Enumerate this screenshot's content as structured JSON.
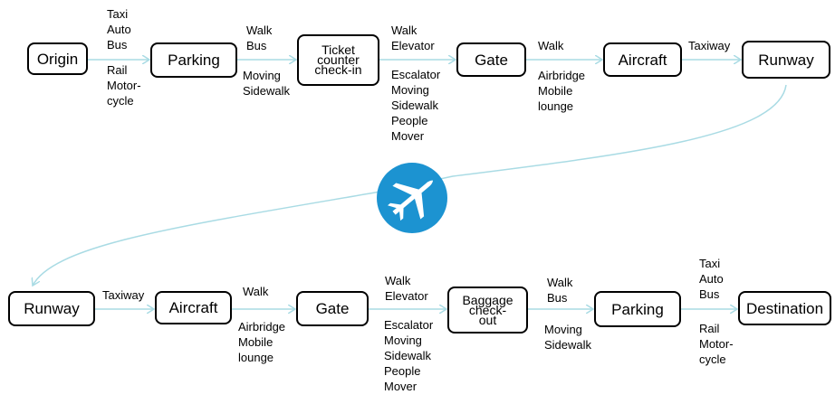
{
  "colors": {
    "arrow": "#a9dbe4",
    "node_border": "#000000",
    "plane_circle": "#1c93d1",
    "plane_glyph": "#ffffff"
  },
  "icon": "airplane-icon",
  "departure": {
    "nodes": [
      "Origin",
      "Parking",
      "Ticket counter check-in",
      "Gate",
      "Aircraft",
      "Runway"
    ],
    "ticket_lines": [
      "Ticket",
      "counter",
      "check-in"
    ],
    "modes": {
      "origin_parking_above": [
        "Taxi",
        "Auto",
        "Bus"
      ],
      "origin_parking_below": [
        "Rail",
        "Motor-",
        "cycle"
      ],
      "parking_ticket_above": [
        "Walk",
        "Bus"
      ],
      "parking_ticket_below": [
        "Moving",
        "Sidewalk"
      ],
      "ticket_gate_above": [
        "Walk",
        "Elevator"
      ],
      "ticket_gate_below": [
        "Escalator",
        "Moving",
        "Sidewalk",
        "People",
        "Mover"
      ],
      "gate_aircraft_above": [
        "Walk"
      ],
      "gate_aircraft_below": [
        "Airbridge",
        "Mobile",
        "lounge"
      ],
      "aircraft_runway": [
        "Taxiway"
      ]
    }
  },
  "arrival": {
    "nodes": [
      "Runway",
      "Aircraft",
      "Gate",
      "Baggage check-out",
      "Parking",
      "Destination"
    ],
    "baggage_lines": [
      "Baggage",
      "check-",
      "out"
    ],
    "modes": {
      "runway_aircraft": [
        "Taxiway"
      ],
      "aircraft_gate_above": [
        "Walk"
      ],
      "aircraft_gate_below": [
        "Airbridge",
        "Mobile",
        "lounge"
      ],
      "gate_baggage_above": [
        "Walk",
        "Elevator"
      ],
      "gate_baggage_below": [
        "Escalator",
        "Moving",
        "Sidewalk",
        "People",
        "Mover"
      ],
      "baggage_parking_above": [
        "Walk",
        "Bus"
      ],
      "baggage_parking_below": [
        "Moving",
        "Sidewalk"
      ],
      "parking_destination_above": [
        "Taxi",
        "Auto",
        "Bus"
      ],
      "parking_destination_below": [
        "Rail",
        "Motor-",
        "cycle"
      ]
    }
  }
}
